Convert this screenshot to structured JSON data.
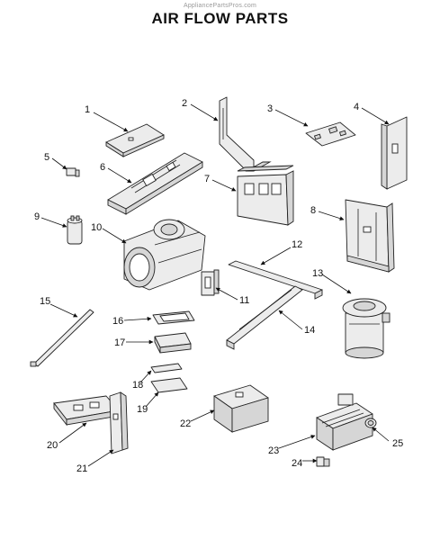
{
  "watermark": "AppliancePartsPros.com",
  "title": "AIR FLOW PARTS",
  "callouts": [
    "1",
    "2",
    "3",
    "4",
    "5",
    "6",
    "7",
    "8",
    "9",
    "10",
    "11",
    "12",
    "13",
    "14",
    "15",
    "16",
    "17",
    "18",
    "19",
    "20",
    "21",
    "22",
    "23",
    "24",
    "25"
  ]
}
